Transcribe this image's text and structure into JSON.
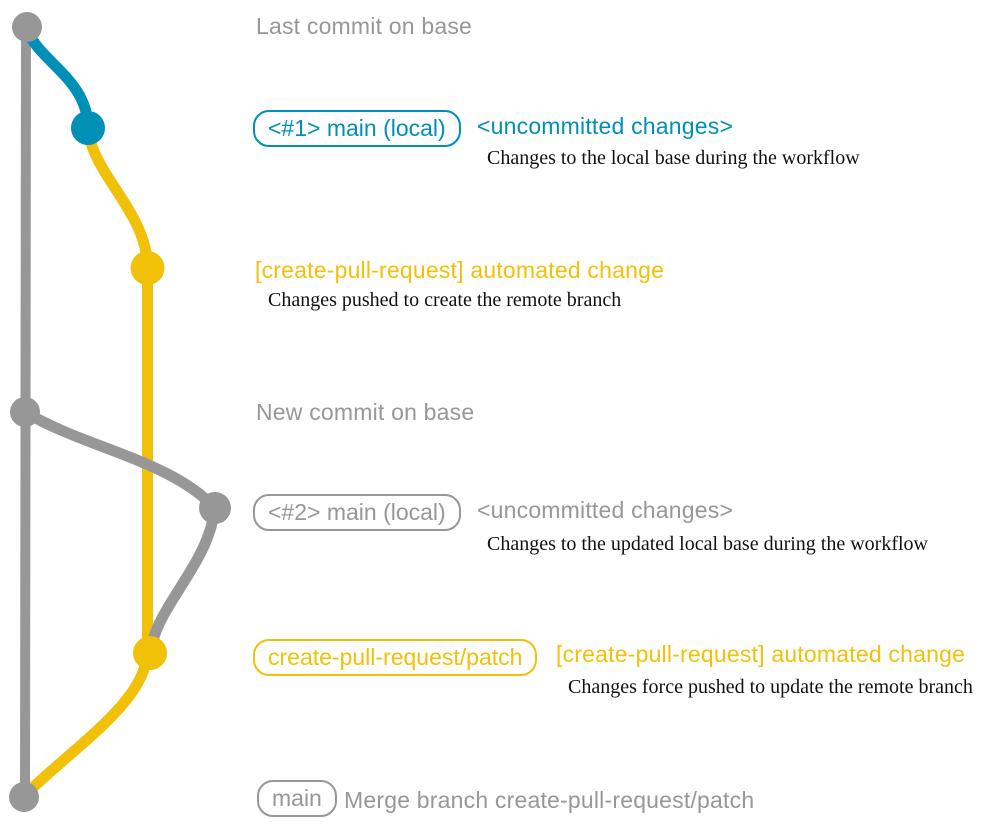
{
  "colors": {
    "gray": "#979797",
    "teal": "#008fb5",
    "yellow": "#f1c109",
    "ink": "#111111"
  },
  "rows": {
    "last_commit": {
      "label": "Last commit on base"
    },
    "commit_1": {
      "badge": "<#1> main (local)",
      "status": "<uncommitted changes>",
      "note": "Changes to the local base during the workflow"
    },
    "commit_2": {
      "label": "[create-pull-request] automated change",
      "note": "Changes pushed to create the remote branch"
    },
    "new_commit": {
      "label": "New commit on base"
    },
    "commit_3": {
      "badge": "<#2> main (local)",
      "status": "<uncommitted changes>",
      "note": "Changes to the updated local base during the workflow"
    },
    "commit_4": {
      "badge": "create-pull-request/patch",
      "label": "[create-pull-request] automated change",
      "note": "Changes force pushed to update the remote branch"
    },
    "merge": {
      "badge": "main",
      "label": "Merge branch create-pull-request/patch"
    }
  }
}
